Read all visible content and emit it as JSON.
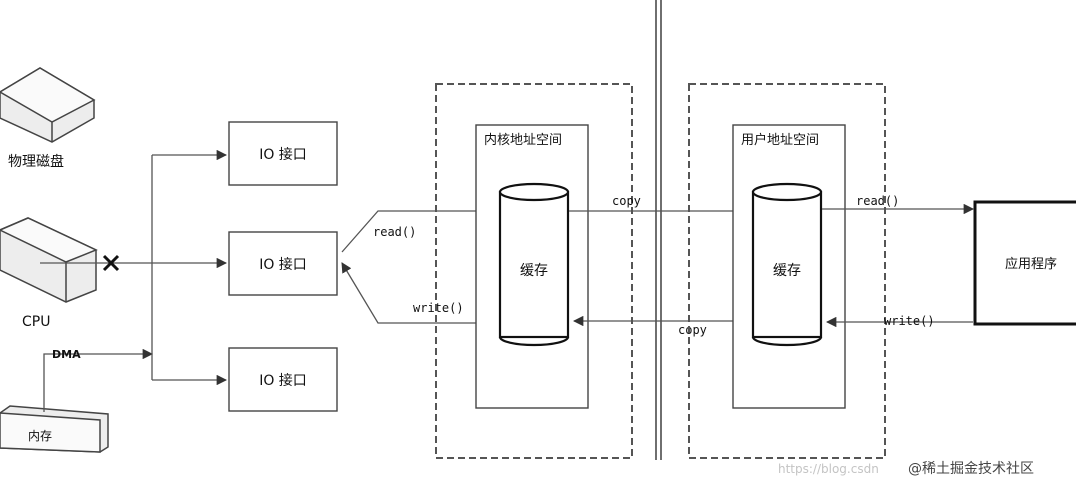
{
  "devices": {
    "disk_label": "物理磁盘",
    "cpu_label": "CPU",
    "dma_label": "DMA",
    "memory_label": "内存"
  },
  "io_boxes": [
    "IO 接口",
    "IO 接口",
    "IO 接口"
  ],
  "kernel_space": {
    "title": "内核地址空间",
    "buffer_label": "缓存"
  },
  "user_space": {
    "title": "用户地址空间",
    "buffer_label": "缓存"
  },
  "app": {
    "label": "应用程序"
  },
  "edges": {
    "read_io": "read()",
    "write_io": "write()",
    "copy_top": "copy",
    "copy_bottom": "copy",
    "read_app": "read()",
    "write_app": "write()"
  },
  "watermark": {
    "url": "https://blog.csdn",
    "brand": "@稀土掘金技术社区"
  }
}
